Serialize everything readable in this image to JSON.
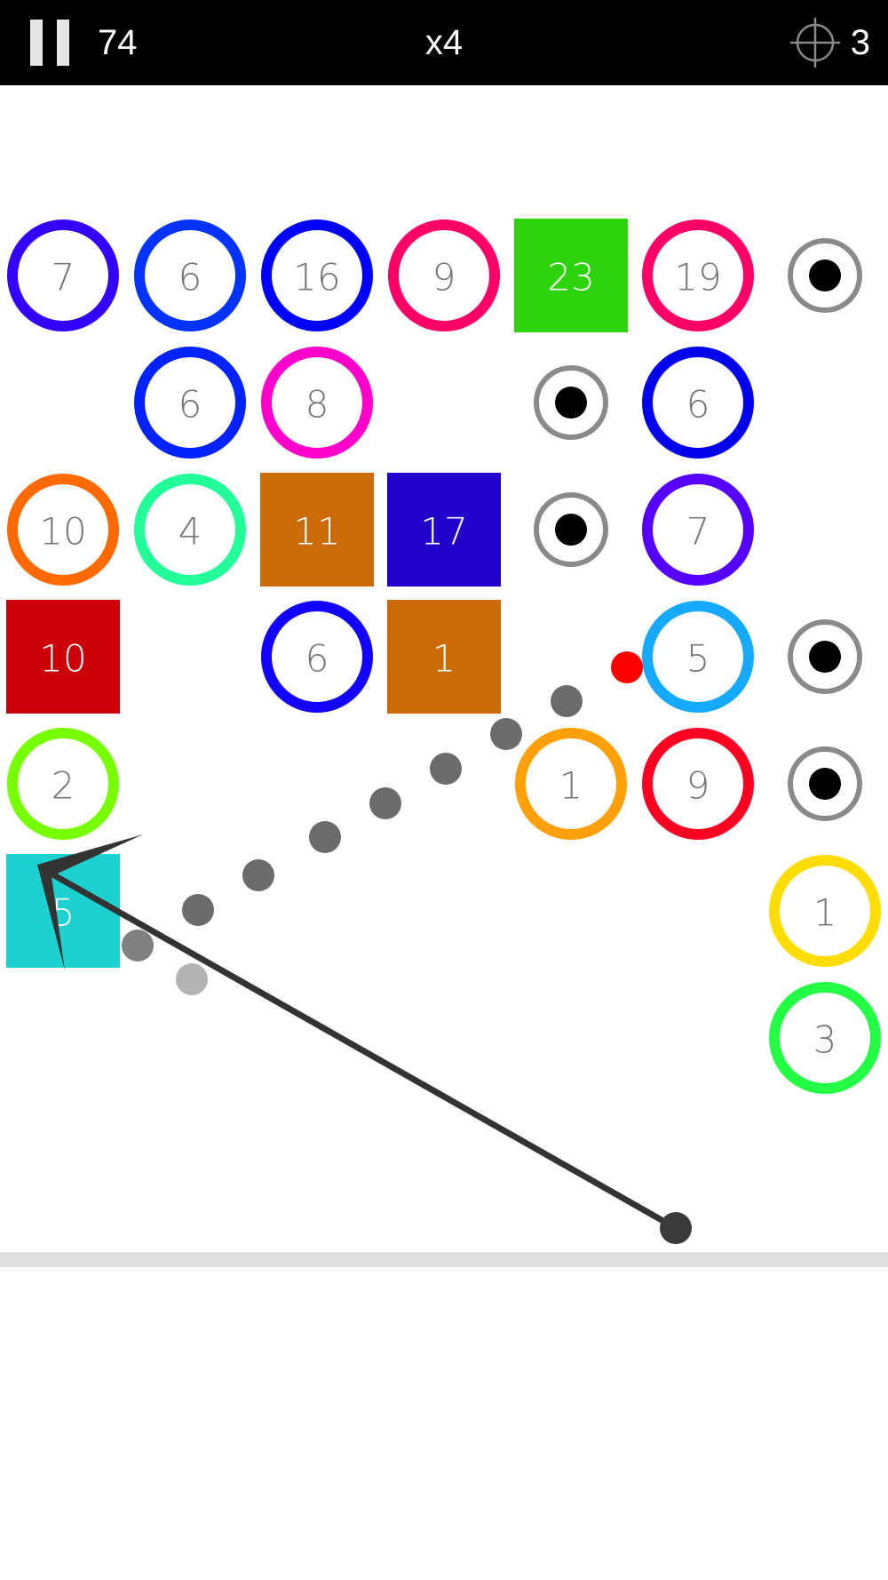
{
  "hud": {
    "score": "74",
    "multiplier": "x4",
    "balls_remaining": "3",
    "icons": {
      "pause": "pause-icon",
      "balls": "crosshair-icon"
    }
  },
  "board": {
    "columns": 7,
    "colors": {
      "number_text_circle": "#777777",
      "number_text_square": "#ffffff",
      "pickup_ring": "#8a8a8a",
      "pickup_dot": "#000000",
      "floor": "#e0e0e0",
      "trail": "#6b6b6b",
      "aim_line": "#333333",
      "ball": "#ff0000",
      "launcher": "#3a3a3a"
    },
    "blocks": [
      {
        "row": 0,
        "col": 0,
        "shape": "circle",
        "value": "7",
        "color": "#3300ff"
      },
      {
        "row": 0,
        "col": 1,
        "shape": "circle",
        "value": "6",
        "color": "#0033ff"
      },
      {
        "row": 0,
        "col": 2,
        "shape": "circle",
        "value": "16",
        "color": "#0000ff"
      },
      {
        "row": 0,
        "col": 3,
        "shape": "circle",
        "value": "9",
        "color": "#ff0066"
      },
      {
        "row": 0,
        "col": 4,
        "shape": "square",
        "value": "23",
        "color": "#2ed40b"
      },
      {
        "row": 0,
        "col": 5,
        "shape": "circle",
        "value": "19",
        "color": "#ff0066"
      },
      {
        "row": 0,
        "col": 6,
        "shape": "pickup"
      },
      {
        "row": 1,
        "col": 1,
        "shape": "circle",
        "value": "6",
        "color": "#0022ff"
      },
      {
        "row": 1,
        "col": 2,
        "shape": "circle",
        "value": "8",
        "color": "#ff00cc"
      },
      {
        "row": 1,
        "col": 4,
        "shape": "pickup"
      },
      {
        "row": 1,
        "col": 5,
        "shape": "circle",
        "value": "6",
        "color": "#0000ee"
      },
      {
        "row": 2,
        "col": 0,
        "shape": "circle",
        "value": "10",
        "color": "#ff6a00"
      },
      {
        "row": 2,
        "col": 1,
        "shape": "circle",
        "value": "4",
        "color": "#22ff99"
      },
      {
        "row": 2,
        "col": 2,
        "shape": "square",
        "value": "11",
        "color": "#cc6a08"
      },
      {
        "row": 2,
        "col": 3,
        "shape": "square",
        "value": "17",
        "color": "#2200cc"
      },
      {
        "row": 2,
        "col": 4,
        "shape": "pickup"
      },
      {
        "row": 2,
        "col": 5,
        "shape": "circle",
        "value": "7",
        "color": "#5500ff"
      },
      {
        "row": 3,
        "col": 0,
        "shape": "square",
        "value": "10",
        "color": "#cc0008"
      },
      {
        "row": 3,
        "col": 2,
        "shape": "circle",
        "value": "6",
        "color": "#1100ff"
      },
      {
        "row": 3,
        "col": 3,
        "shape": "square",
        "value": "1",
        "color": "#cc6a08"
      },
      {
        "row": 3,
        "col": 5,
        "shape": "circle",
        "value": "5",
        "color": "#15aaff"
      },
      {
        "row": 3,
        "col": 6,
        "shape": "pickup"
      },
      {
        "row": 4,
        "col": 0,
        "shape": "circle",
        "value": "2",
        "color": "#77ff00"
      },
      {
        "row": 4,
        "col": 4,
        "shape": "circle",
        "value": "1",
        "color": "#ffa00a"
      },
      {
        "row": 4,
        "col": 5,
        "shape": "circle",
        "value": "9",
        "color": "#ff0022"
      },
      {
        "row": 4,
        "col": 6,
        "shape": "pickup"
      },
      {
        "row": 5,
        "col": 0,
        "shape": "square",
        "value": "5",
        "color": "#1dd1d1"
      },
      {
        "row": 5,
        "col": 6,
        "shape": "circle",
        "value": "1",
        "color": "#ffdd00"
      },
      {
        "row": 6,
        "col": 6,
        "shape": "circle",
        "value": "3",
        "color": "#22ff44"
      }
    ]
  }
}
